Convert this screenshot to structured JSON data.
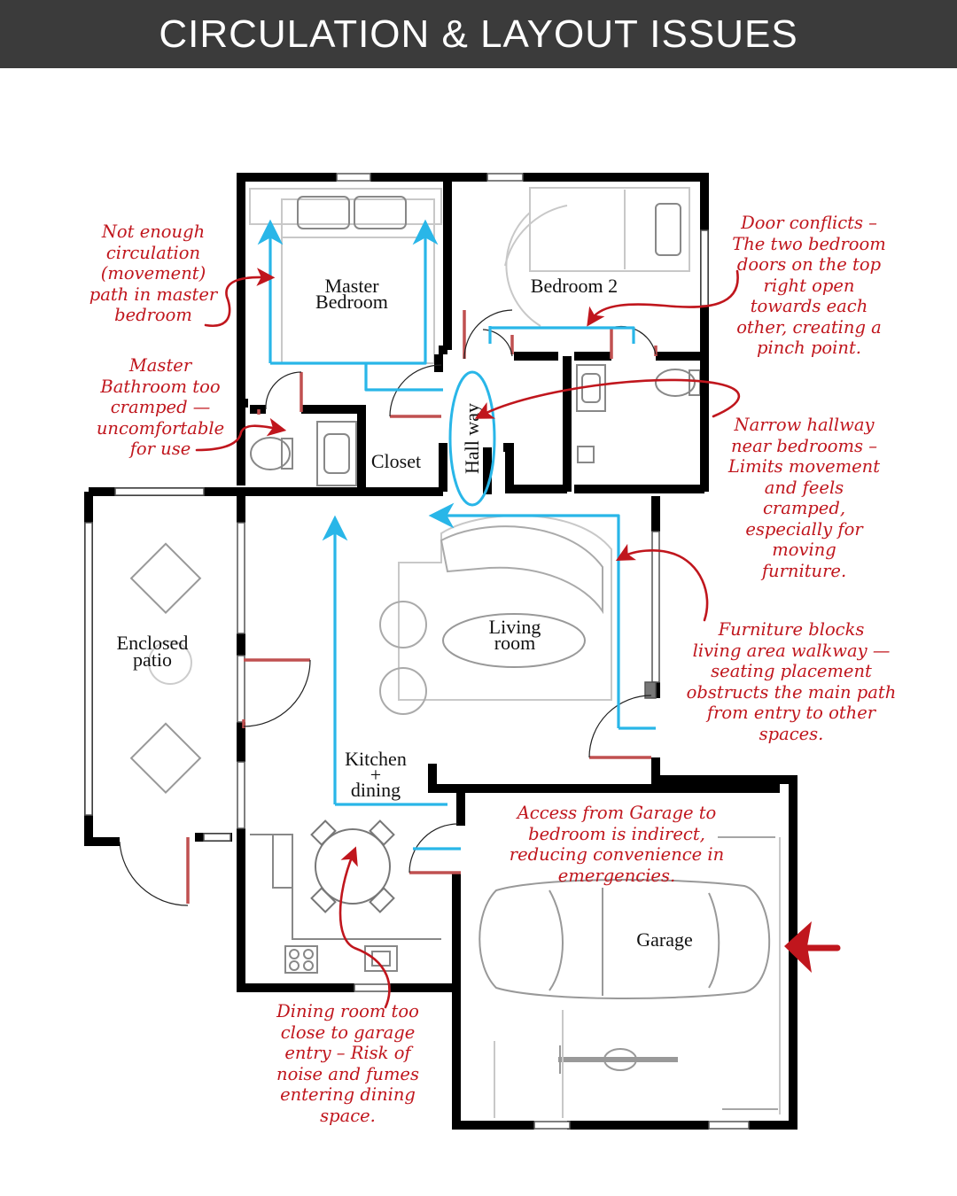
{
  "title": "CIRCULATION & LAYOUT ISSUES",
  "colors": {
    "header_bg": "#3b3b3b",
    "annotation": "#c0161d",
    "circulation_path": "#29b6e8",
    "wall": "#000000",
    "door_leaf": "#c05050"
  },
  "rooms": {
    "master_bedroom": [
      "Master",
      "Bedroom"
    ],
    "bedroom_2": "Bedroom 2",
    "closet": "Closet",
    "hallway": "Hall way",
    "living_room": [
      "Living",
      "room"
    ],
    "enclosed_patio": [
      "Enclosed",
      "patio"
    ],
    "kitchen_dining": [
      "Kitchen",
      "+",
      "dining"
    ],
    "garage": "Garage"
  },
  "annotations": {
    "master_circulation": [
      "Not enough",
      "circulation",
      "(movement)",
      "path in master",
      "bedroom"
    ],
    "master_bathroom": [
      "Master",
      "Bathroom too",
      "cramped —",
      "uncomfortable",
      "for use"
    ],
    "door_conflicts": [
      "Door conflicts –",
      "The two bedroom",
      "doors on the top",
      "right open",
      "towards each",
      "other, creating a",
      "pinch point."
    ],
    "narrow_hallway": [
      "Narrow hallway",
      "near bedrooms –",
      "Limits movement",
      "and feels",
      "cramped,",
      "especially for",
      "moving",
      "furniture."
    ],
    "furniture_blocks": [
      "Furniture blocks",
      "living area walkway —",
      "seating placement",
      "obstructs the main path",
      "from entry to other",
      "spaces."
    ],
    "garage_access": [
      "Access from Garage to",
      "bedroom is indirect,",
      "reducing convenience in",
      "emergencies."
    ],
    "dining_close": [
      "Dining room too",
      "close to garage",
      "entry – Risk of",
      "noise and fumes",
      "entering dining",
      "space."
    ]
  },
  "icons": [
    "entry-arrow-icon",
    "car-icon",
    "motorcycle-icon",
    "bed-icon",
    "sofa-icon",
    "armchair-icon",
    "dining-table-icon",
    "toilet-icon",
    "sink-icon",
    "stove-icon"
  ]
}
